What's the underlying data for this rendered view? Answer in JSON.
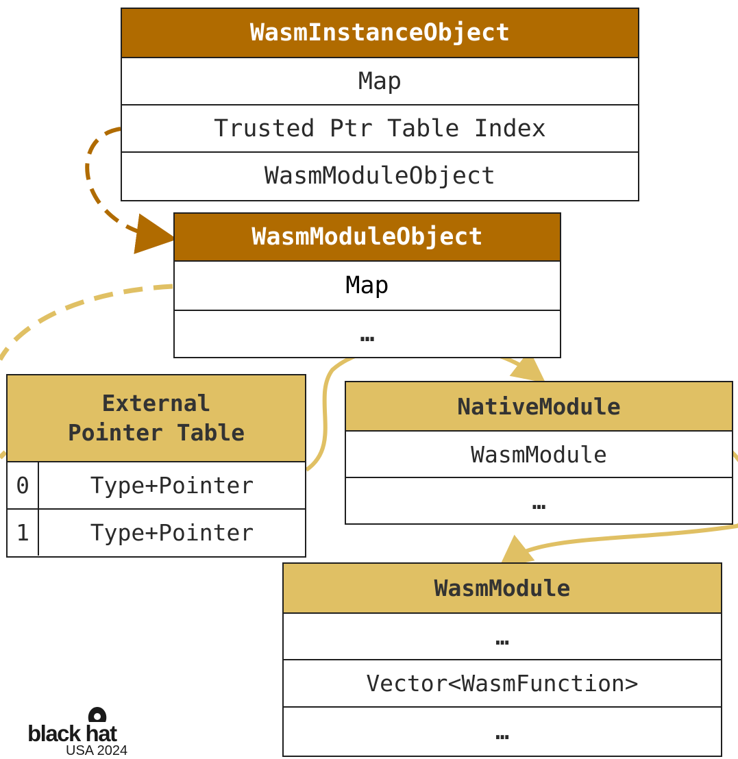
{
  "colors": {
    "dark_header": "#b06b00",
    "light_header": "#e0c064",
    "dark_arrow": "#b06b00",
    "light_arrow": "#e0c064"
  },
  "instance": {
    "title": "WasmInstanceObject",
    "rows": [
      "Map",
      "Trusted Ptr Table Index",
      "WasmModuleObject"
    ]
  },
  "module_object": {
    "title": "WasmModuleObject",
    "rows": [
      "Map",
      "…"
    ]
  },
  "ept": {
    "title_line1": "External",
    "title_line2": "Pointer Table",
    "rows": [
      {
        "index": "0",
        "value": "Type+Pointer"
      },
      {
        "index": "1",
        "value": "Type+Pointer"
      }
    ]
  },
  "native_module": {
    "title": "NativeModule",
    "rows": [
      "WasmModule",
      "…"
    ]
  },
  "wasm_module": {
    "title": "WasmModule",
    "rows": [
      "…",
      "Vector<WasmFunction>",
      "…"
    ]
  },
  "logo": {
    "brand": "black hat",
    "event": "USA 2024"
  }
}
